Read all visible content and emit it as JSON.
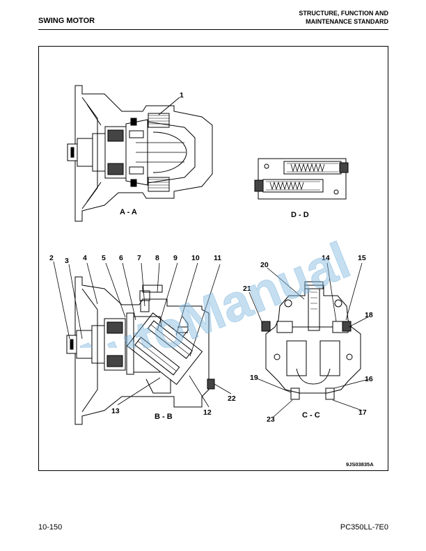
{
  "header": {
    "section_title": "SWING MOTOR",
    "chapter_line1": "STRUCTURE, FUNCTION AND",
    "chapter_line2": "MAINTENANCE STANDARD"
  },
  "figure": {
    "view_captions": {
      "aa": "A - A",
      "dd": "D - D",
      "bb": "B - B",
      "cc": "C - C"
    },
    "callouts": [
      "1",
      "2",
      "3",
      "4",
      "5",
      "6",
      "7",
      "8",
      "9",
      "10",
      "11",
      "12",
      "13",
      "14",
      "15",
      "16",
      "17",
      "18",
      "19",
      "20",
      "21",
      "22",
      "23"
    ],
    "drawing_code": "9JS03835A"
  },
  "watermark": {
    "text": "AutoManual",
    "color": "#7fb8e0"
  },
  "footer": {
    "page_number": "10-150",
    "model": "PC350LL-7E0"
  }
}
